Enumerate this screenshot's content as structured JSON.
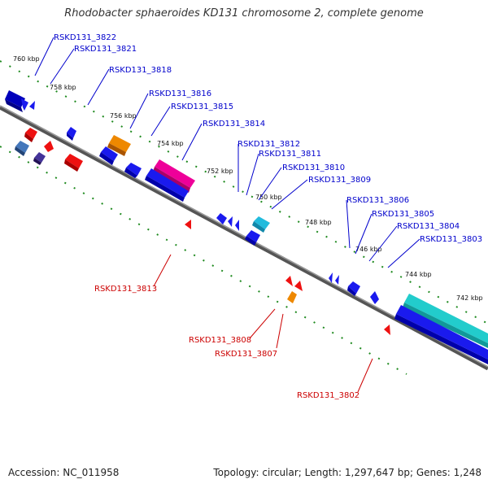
{
  "title": "Rhodobacter sphaeroides KD131 chromosome 2, complete genome",
  "footer": {
    "accession": "Accession: NC_011958",
    "summary": "Topology: circular; Length: 1,297,647 bp; Genes: 1,248"
  },
  "colors": {
    "background": "#ffffff",
    "backbone": "#777777",
    "tick_marks": "#1f8a1f",
    "plus_strand_label": "#0000cc",
    "minus_strand_label": "#cc0000",
    "blue_gene": "#1a1aee",
    "red_gene": "#ee1111",
    "orange_gene": "#ee8800",
    "magenta_gene": "#ee0099",
    "cyan_gene": "#22bbdd",
    "teal_gene": "#22cccc",
    "steel_gene": "#4477bb",
    "purple_gene": "#443399"
  },
  "kbp_ticks": [
    "760 kbp",
    "758 kbp",
    "756 kbp",
    "754 kbp",
    "752 kbp",
    "750 kbp",
    "748 kbp",
    "746 kbp",
    "744 kbp",
    "742 kbp"
  ],
  "plus_strand_labels": [
    "RSKD131_3822",
    "RSKD131_3821",
    "RSKD131_3818",
    "RSKD131_3816",
    "RSKD131_3815",
    "RSKD131_3814",
    "RSKD131_3812",
    "RSKD131_3811",
    "RSKD131_3810",
    "RSKD131_3809",
    "RSKD131_3806",
    "RSKD131_3805",
    "RSKD131_3804",
    "RSKD131_3803"
  ],
  "minus_strand_labels": [
    "RSKD131_3813",
    "RSKD131_3808",
    "RSKD131_3807",
    "RSKD131_3802"
  ]
}
